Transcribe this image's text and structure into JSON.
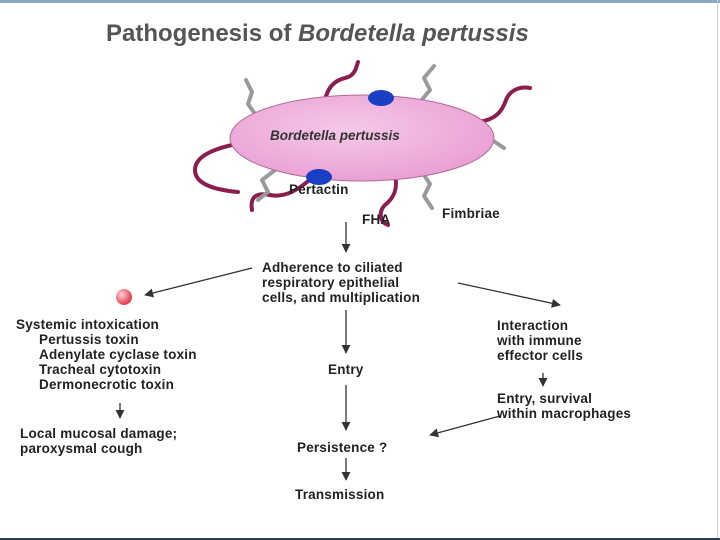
{
  "title": {
    "prefix": "Pathogenesis of ",
    "organism": "Bordetella pertussis"
  },
  "bacterium": {
    "name": "Bordetella pertussis",
    "labels": {
      "pertactin": "Pertactin",
      "fha": "FHA",
      "fimbriae": "Fimbriae"
    }
  },
  "flow": {
    "adherence": [
      "Adherence to ciliated",
      "respiratory epithelial",
      "cells, and multiplication"
    ],
    "systemic": {
      "heading": "Systemic intoxication",
      "toxins": [
        "Pertussis toxin",
        "Adenylate cyclase toxin",
        "Tracheal cytotoxin",
        "Dermonecrotic toxin"
      ]
    },
    "local": [
      "Local mucosal damage;",
      "paroxysmal cough"
    ],
    "entry": "Entry",
    "interaction": [
      "Interaction",
      "with immune",
      "effector cells"
    ],
    "survival": [
      "Entry, survival",
      "within macrophages"
    ],
    "persistence": "Persistence ?",
    "transmission": "Transmission"
  },
  "colors": {
    "body_fill": "#e79ad0",
    "flagella": "#8b1e4f",
    "pertactin": "#1a3fc4",
    "toxin_dot": "#e23b4e"
  }
}
